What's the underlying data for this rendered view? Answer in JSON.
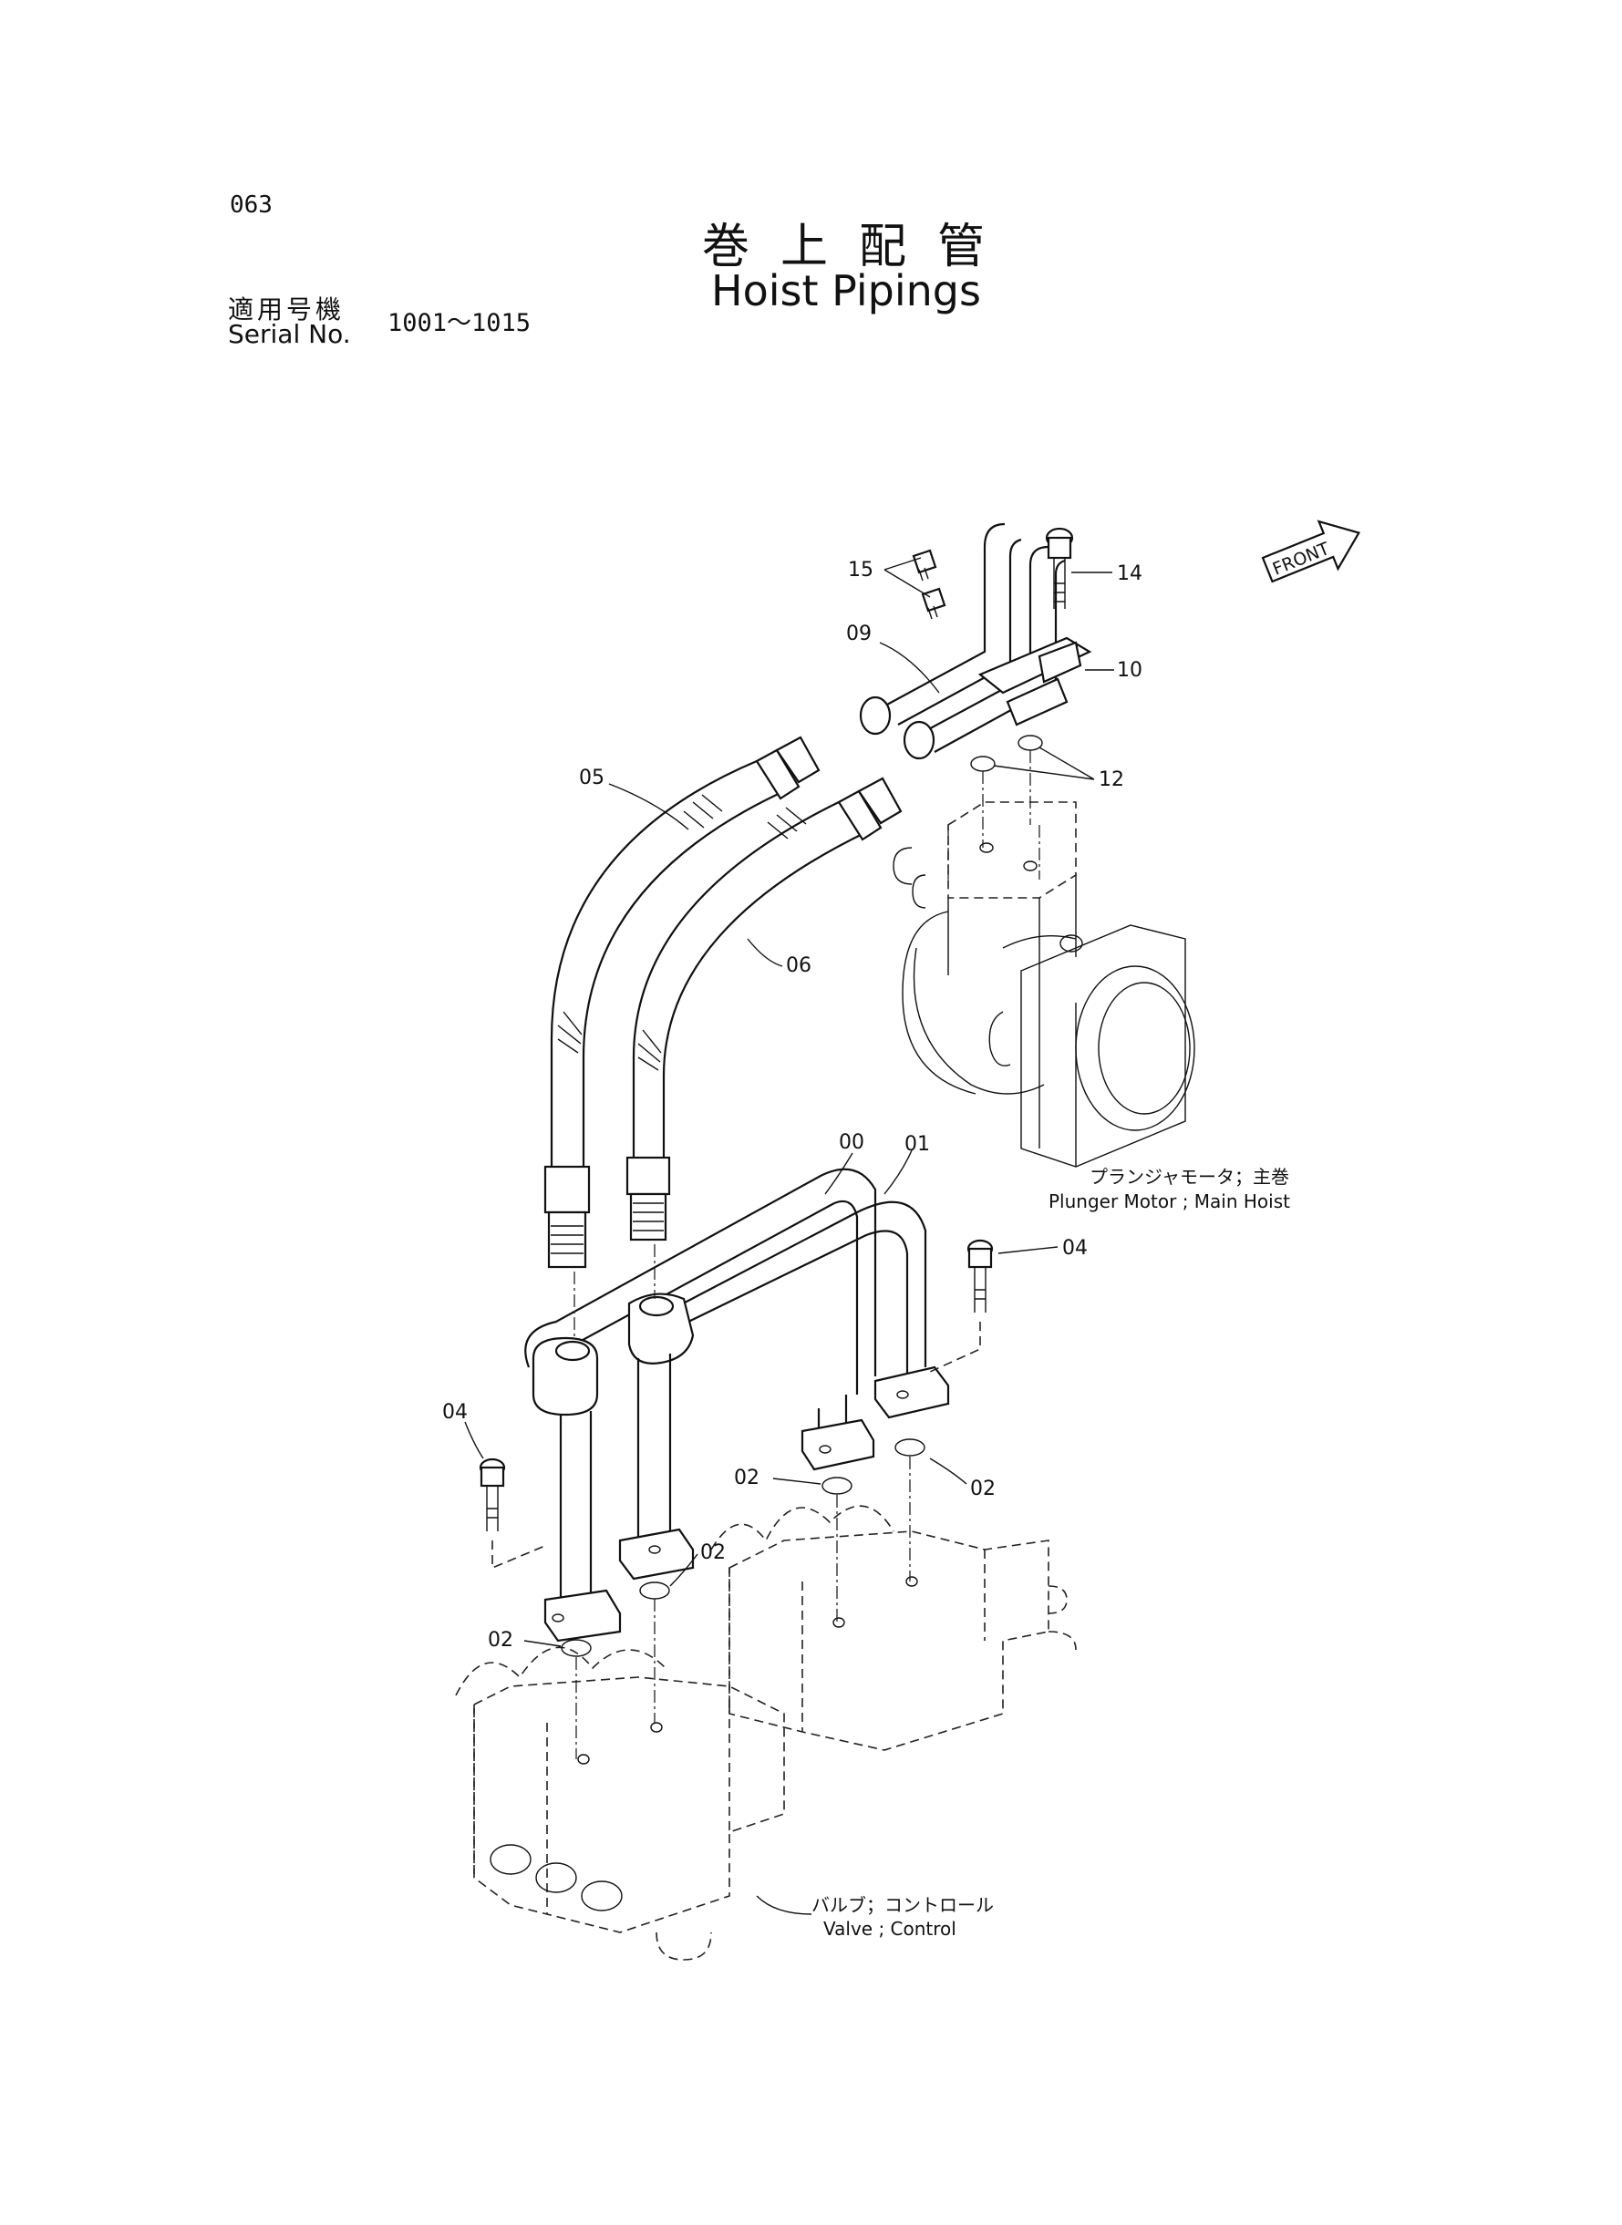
{
  "page": {
    "number": "063",
    "title_jp": "巻上配管",
    "title_en": "Hoist Pipings",
    "serial_label_jp": "適用号機",
    "serial_label_en": "Serial No.",
    "serial_value": "1001～1015"
  },
  "callouts": {
    "c00": "00",
    "c01": "01",
    "c02a": "02",
    "c02b": "02",
    "c02c": "02",
    "c02d": "02",
    "c04a": "04",
    "c04b": "04",
    "c05": "05",
    "c06": "06",
    "c09": "09",
    "c10": "10",
    "c12": "12",
    "c14": "14",
    "c15": "15"
  },
  "front_mark": "FRONT",
  "captions": {
    "motor_jp": "プランジャモータ；主巻",
    "motor_en": "Plunger Motor ; Main Hoist",
    "valve_jp": "バルブ；コントロール",
    "valve_en": "Valve ; Control"
  }
}
